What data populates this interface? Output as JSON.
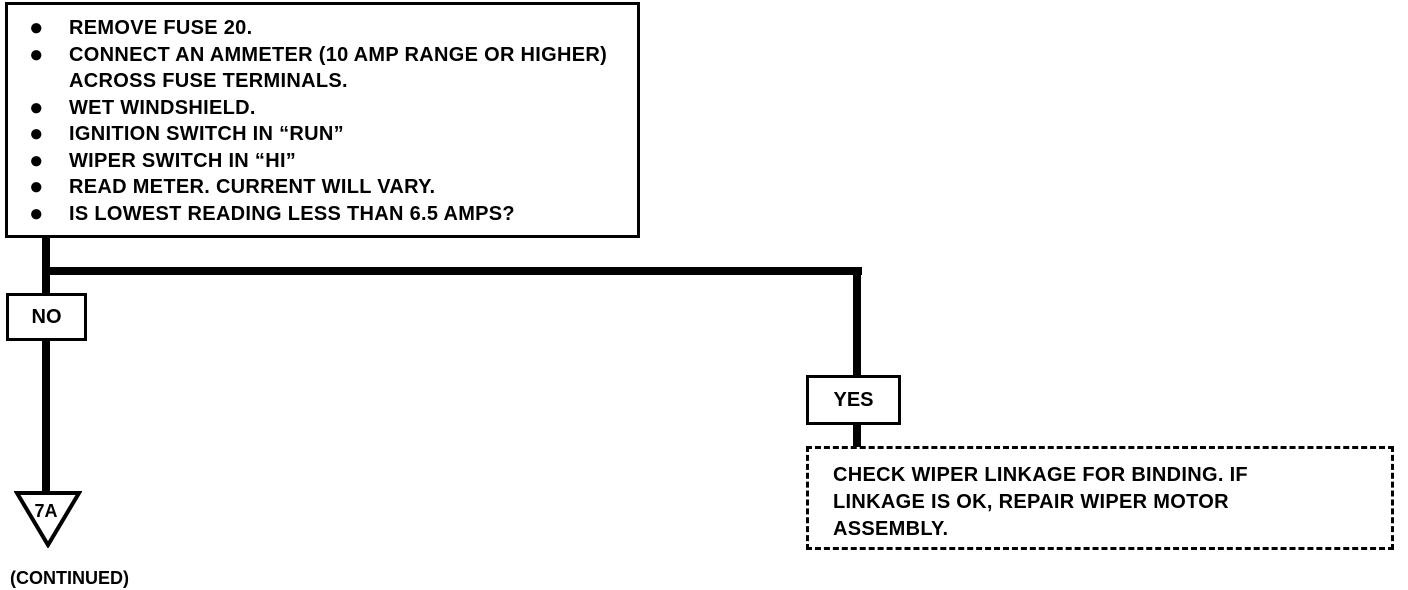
{
  "step_box": {
    "items": [
      "REMOVE FUSE 20.",
      "CONNECT AN AMMETER (10 AMP RANGE OR HIGHER) ACROSS FUSE TERMINALS.",
      "WET WINDSHIELD.",
      "IGNITION SWITCH IN “RUN”",
      "WIPER SWITCH IN “HI”",
      "READ METER.  CURRENT WILL VARY.",
      "IS LOWEST READING LESS THAN 6.5 AMPS?"
    ],
    "bullet": "●"
  },
  "branches": {
    "no_label": "NO",
    "yes_label": "YES"
  },
  "yes_result": {
    "lines": [
      "CHECK WIPER LINKAGE FOR BINDING.  IF",
      "LINKAGE IS OK, REPAIR WIPER MOTOR",
      "ASSEMBLY."
    ]
  },
  "connector": {
    "label": "7A",
    "note": "(CONTINUED)"
  }
}
